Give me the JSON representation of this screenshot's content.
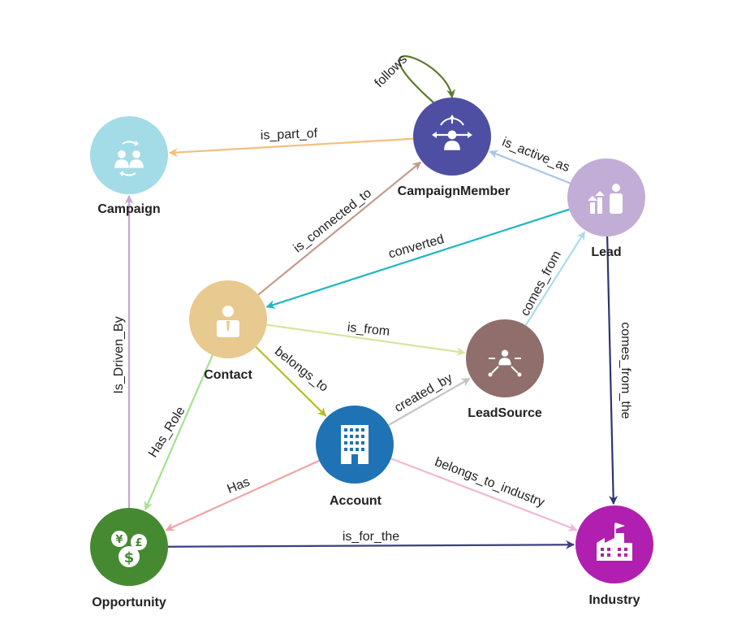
{
  "nodes": [
    {
      "id": "campaign",
      "label": "Campaign",
      "color": "#A3DCE6",
      "icon": "group-cycle-icon"
    },
    {
      "id": "campaignmember",
      "label": "CampaignMember",
      "color": "#4E4FA3",
      "icon": "person-arrows-icon"
    },
    {
      "id": "lead",
      "label": "Lead",
      "color": "#C2ADD6",
      "icon": "growth-chart-person-icon"
    },
    {
      "id": "contact",
      "label": "Contact",
      "color": "#E8C98F",
      "icon": "person-icon"
    },
    {
      "id": "leadsource",
      "label": "LeadSource",
      "color": "#8F6E6C",
      "icon": "person-network-icon"
    },
    {
      "id": "account",
      "label": "Account",
      "color": "#1F73B5",
      "icon": "office-building-icon"
    },
    {
      "id": "opportunity",
      "label": "Opportunity",
      "color": "#458A31",
      "icon": "currency-coins-icon"
    },
    {
      "id": "industry",
      "label": "Industry",
      "color": "#B01FB0",
      "icon": "factory-icon"
    }
  ],
  "edges": [
    {
      "id": "follows",
      "label": "follows",
      "from": "campaignmember",
      "to": "campaignmember",
      "color": "#5A7A2E"
    },
    {
      "id": "is_part_of",
      "label": "is_part_of",
      "from": "campaignmember",
      "to": "campaign",
      "color": "#F5BE80"
    },
    {
      "id": "is_active_as",
      "label": "is_active_as",
      "from": "lead",
      "to": "campaignmember",
      "color": "#A9C6E6"
    },
    {
      "id": "is_connected_to",
      "label": "is_connected_to",
      "from": "contact",
      "to": "campaignmember",
      "color": "#C49A8C"
    },
    {
      "id": "converted",
      "label": "converted",
      "from": "lead",
      "to": "contact",
      "color": "#1FB6C2"
    },
    {
      "id": "comes_from",
      "label": "comes_from",
      "from": "leadsource",
      "to": "lead",
      "color": "#A9DCEC"
    },
    {
      "id": "is_from",
      "label": "is_from",
      "from": "contact",
      "to": "leadsource",
      "color": "#DCE29A"
    },
    {
      "id": "belongs_to",
      "label": "belongs_to",
      "from": "contact",
      "to": "account",
      "color": "#B4BE22"
    },
    {
      "id": "created_by",
      "label": "created_by",
      "from": "account",
      "to": "leadsource",
      "color": "#C4C4C4"
    },
    {
      "id": "comes_from_the",
      "label": "comes_from_the",
      "from": "lead",
      "to": "industry",
      "color": "#2E3570"
    },
    {
      "id": "is_driven_by",
      "label": "Is_Driven_By",
      "from": "opportunity",
      "to": "campaign",
      "color": "#C2A9D6"
    },
    {
      "id": "has_role",
      "label": "Has_Role",
      "from": "contact",
      "to": "opportunity",
      "color": "#A3E28F"
    },
    {
      "id": "has",
      "label": "Has",
      "from": "account",
      "to": "opportunity",
      "color": "#F2A3A3"
    },
    {
      "id": "belongs_to_industry",
      "label": "belongs_to_industry",
      "from": "account",
      "to": "industry",
      "color": "#F2B8D2"
    },
    {
      "id": "is_for_the",
      "label": "is_for_the",
      "from": "opportunity",
      "to": "industry",
      "color": "#3B3F86"
    }
  ]
}
